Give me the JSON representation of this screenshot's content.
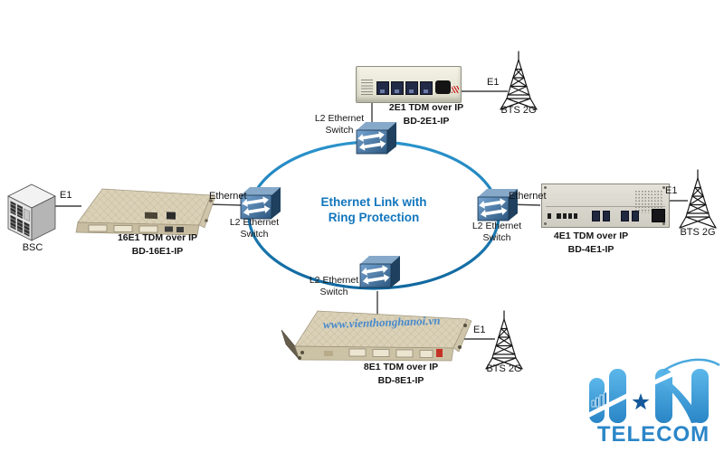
{
  "ring": {
    "label_line1": "Ethernet Link with",
    "label_line2": "Ring Protection",
    "color": "#1b7ab8",
    "label_color": "#1276bd"
  },
  "switch_label": "L2 Ethernet Switch",
  "links": {
    "bsc_e1": "E1",
    "left_ethernet": "Ethernet",
    "right_ethernet": "Ethernet",
    "top_e1": "E1",
    "right_e1": "E1",
    "bottom_e1": "E1"
  },
  "nodes": {
    "bsc": {
      "label": "BSC"
    },
    "tdm_2e1": {
      "name": "2E1 TDM over IP",
      "model": "BD-2E1-IP"
    },
    "tdm_16e1": {
      "name": "16E1 TDM over IP",
      "model": "BD-16E1-IP"
    },
    "tdm_4e1": {
      "name": "4E1 TDM over IP",
      "model": "BD-4E1-IP"
    },
    "tdm_8e1": {
      "name": "8E1 TDM over IP",
      "model": "BD-8E1-IP"
    },
    "bts_top": {
      "label": "BTS 2G"
    },
    "bts_right": {
      "label": "BTS 2G"
    },
    "bts_bottom": {
      "label": "BTS 2G"
    }
  },
  "watermark": "www.vienthonghanoi.vn",
  "logo": {
    "name": "HN TELECOM",
    "text": "TELECOM",
    "blue_light": "#5cb8ea",
    "blue": "#2b86c8",
    "blue_dark": "#15599c"
  }
}
